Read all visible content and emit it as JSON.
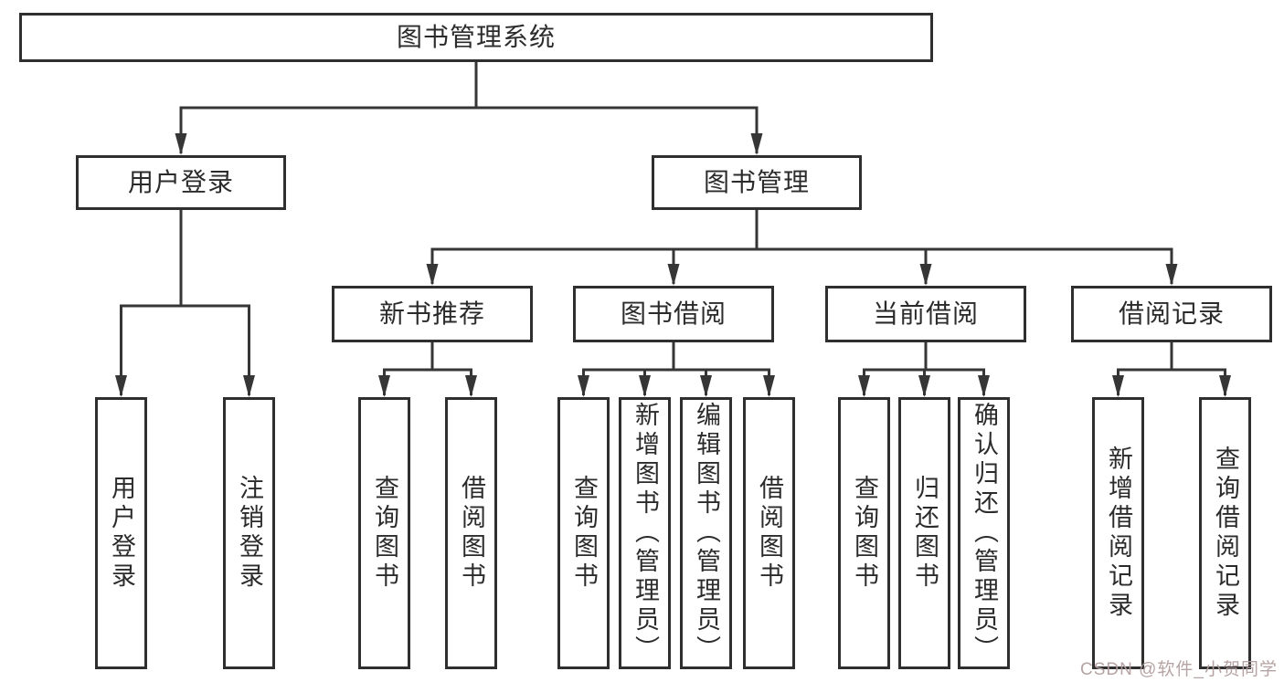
{
  "diagram": {
    "type": "hierarchy-tree",
    "root": {
      "label": "图书管理系统"
    },
    "branches": [
      {
        "label": "用户登录",
        "leaves": [
          {
            "label": "用户登录"
          },
          {
            "label": "注销登录"
          }
        ]
      },
      {
        "label": "图书管理",
        "sections": [
          {
            "label": "新书推荐",
            "leaves": [
              {
                "label": "查询图书"
              },
              {
                "label": "借阅图书"
              }
            ]
          },
          {
            "label": "图书借阅",
            "leaves": [
              {
                "label": "查询图书"
              },
              {
                "label": "新增图书（管理员）"
              },
              {
                "label": "编辑图书（管理员）"
              },
              {
                "label": "借阅图书"
              }
            ]
          },
          {
            "label": "当前借阅",
            "leaves": [
              {
                "label": "查询图书"
              },
              {
                "label": "归还图书"
              },
              {
                "label": "确认归还（管理员）"
              }
            ]
          },
          {
            "label": "借阅记录",
            "leaves": [
              {
                "label": "新增借阅记录"
              },
              {
                "label": "查询借阅记录"
              }
            ]
          }
        ]
      }
    ],
    "watermark": "CSDN @软件_小贺同学",
    "colors": {
      "line": "#363636",
      "border": "#2f2f2f",
      "text": "#2b2b2b",
      "watermark": "#b29e9e",
      "background": "#ffffff"
    }
  }
}
